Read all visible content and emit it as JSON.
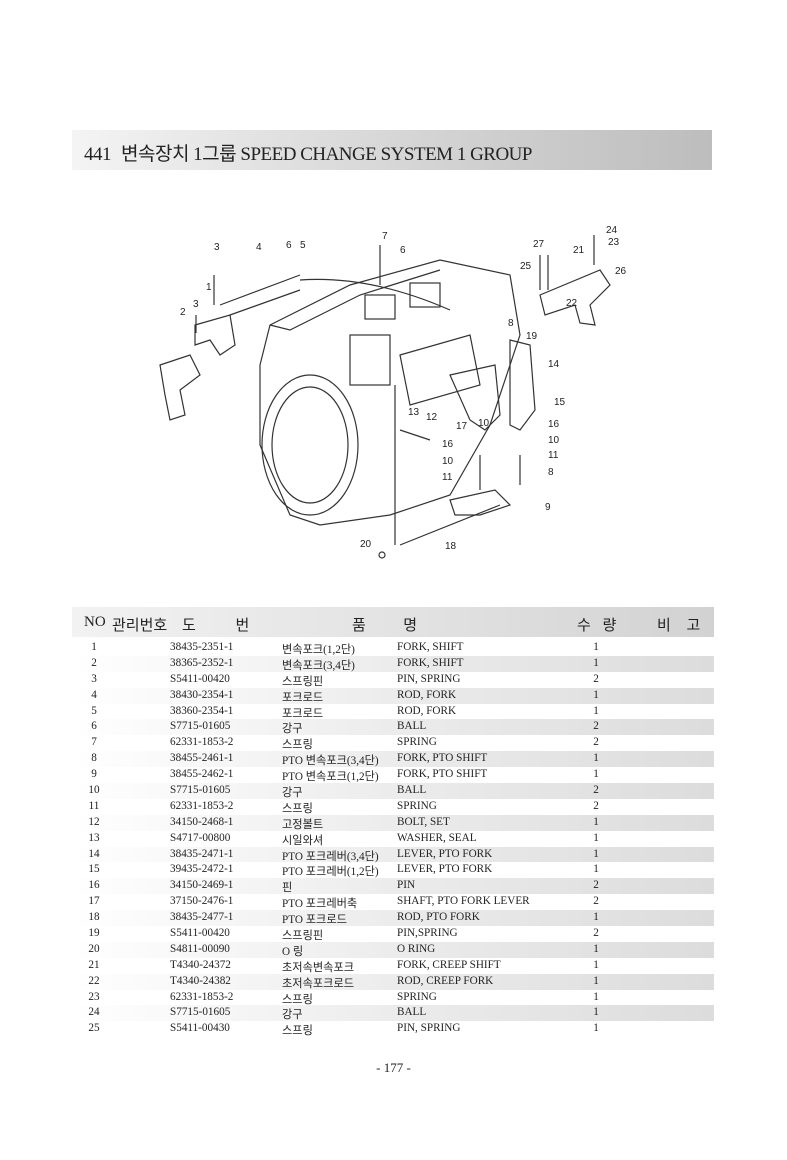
{
  "header": {
    "number": "441",
    "title": "변속장치 1그룹 SPEED CHANGE SYSTEM 1 GROUP"
  },
  "diagram": {
    "callouts": [
      "1",
      "2",
      "3",
      "4",
      "5",
      "6",
      "7",
      "8",
      "9",
      "10",
      "11",
      "12",
      "13",
      "14",
      "15",
      "16",
      "17",
      "18",
      "19",
      "20",
      "21",
      "22",
      "23",
      "24",
      "25",
      "26",
      "27"
    ]
  },
  "table": {
    "headers": {
      "no": "NO",
      "mgmt": "관리번호",
      "drawing": "도  번",
      "name": "품          명",
      "qty": "수 량",
      "remark": "비 고"
    },
    "rows": [
      {
        "no": "1",
        "code": "38435-2351-1",
        "kor": "변속포크(1,2단)",
        "eng": "FORK, SHIFT",
        "qty": "1"
      },
      {
        "no": "2",
        "code": "38365-2352-1",
        "kor": "변속포크(3,4단)",
        "eng": "FORK, SHIFT",
        "qty": "1"
      },
      {
        "no": "3",
        "code": "S5411-00420",
        "kor": "스프링핀",
        "eng": "PIN, SPRING",
        "qty": "2"
      },
      {
        "no": "4",
        "code": "38430-2354-1",
        "kor": "포크로드",
        "eng": "ROD, FORK",
        "qty": "1"
      },
      {
        "no": "5",
        "code": "38360-2354-1",
        "kor": "포크로드",
        "eng": "ROD, FORK",
        "qty": "1"
      },
      {
        "no": "6",
        "code": "S7715-01605",
        "kor": "강구",
        "eng": "BALL",
        "qty": "2"
      },
      {
        "no": "7",
        "code": "62331-1853-2",
        "kor": "스프링",
        "eng": "SPRING",
        "qty": "2"
      },
      {
        "no": "8",
        "code": "38455-2461-1",
        "kor": "PTO 변속포크(3,4단)",
        "eng": "FORK, PTO SHIFT",
        "qty": "1"
      },
      {
        "no": "9",
        "code": "38455-2462-1",
        "kor": "PTO 변속포크(1,2단)",
        "eng": "FORK, PTO SHIFT",
        "qty": "1"
      },
      {
        "no": "10",
        "code": "S7715-01605",
        "kor": "강구",
        "eng": "BALL",
        "qty": "2"
      },
      {
        "no": "11",
        "code": "62331-1853-2",
        "kor": "스프링",
        "eng": "SPRING",
        "qty": "2"
      },
      {
        "no": "12",
        "code": "34150-2468-1",
        "kor": "고정볼트",
        "eng": "BOLT, SET",
        "qty": "1"
      },
      {
        "no": "13",
        "code": "S4717-00800",
        "kor": "시일와셔",
        "eng": "WASHER, SEAL",
        "qty": "1"
      },
      {
        "no": "14",
        "code": "38435-2471-1",
        "kor": "PTO 포크레버(3,4단)",
        "eng": "LEVER, PTO FORK",
        "qty": "1"
      },
      {
        "no": "15",
        "code": "39435-2472-1",
        "kor": "PTO 포크레버(1,2단)",
        "eng": "LEVER, PTO FORK",
        "qty": "1"
      },
      {
        "no": "16",
        "code": "34150-2469-1",
        "kor": "핀",
        "eng": "PIN",
        "qty": "2"
      },
      {
        "no": "17",
        "code": "37150-2476-1",
        "kor": "PTO 포크레버축",
        "eng": "SHAFT, PTO FORK LEVER",
        "qty": "2"
      },
      {
        "no": "18",
        "code": "38435-2477-1",
        "kor": "PTO 포크로드",
        "eng": "ROD, PTO FORK",
        "qty": "1"
      },
      {
        "no": "19",
        "code": "S5411-00420",
        "kor": "스프링핀",
        "eng": "PIN,SPRING",
        "qty": "2"
      },
      {
        "no": "20",
        "code": "S4811-00090",
        "kor": "O 링",
        "eng": "O RING",
        "qty": "1"
      },
      {
        "no": "21",
        "code": "T4340-24372",
        "kor": "초저속변속포크",
        "eng": "FORK, CREEP SHIFT",
        "qty": "1"
      },
      {
        "no": "22",
        "code": "T4340-24382",
        "kor": "초저속포크로드",
        "eng": "ROD, CREEP FORK",
        "qty": "1"
      },
      {
        "no": "23",
        "code": "62331-1853-2",
        "kor": "스프링",
        "eng": "SPRING",
        "qty": "1"
      },
      {
        "no": "24",
        "code": "S7715-01605",
        "kor": "강구",
        "eng": "BALL",
        "qty": "1"
      },
      {
        "no": "25",
        "code": "S5411-00430",
        "kor": "스프링",
        "eng": "PIN, SPRING",
        "qty": "1"
      }
    ]
  },
  "footer": {
    "page": "- 177 -"
  }
}
